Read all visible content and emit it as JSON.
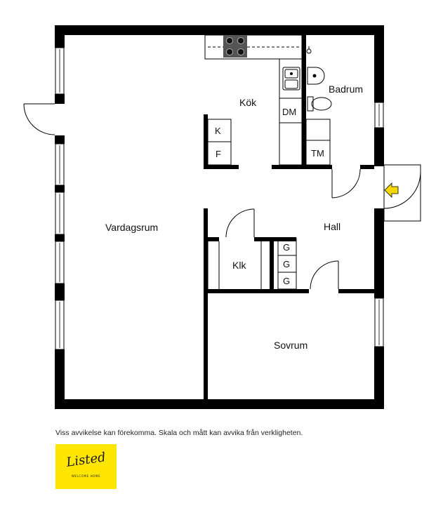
{
  "rooms": {
    "kok": "Kök",
    "badrum": "Badrum",
    "vardagsrum": "Vardagsrum",
    "hall": "Hall",
    "klk": "Klk",
    "sovrum": "Sovrum"
  },
  "fixtures": {
    "dm": "DM",
    "k": "K",
    "f": "F",
    "tm": "TM",
    "g1": "G",
    "g2": "G",
    "g3": "G"
  },
  "disclaimer": "Viss avvikelse kan förekomma. Skala och mått kan avvika från verkligheten.",
  "logo": {
    "name": "Listed",
    "tagline": "WELCOME HOME",
    "color": "#FFE600"
  },
  "colors": {
    "wall": "#000000",
    "entrance_arrow": "#F5D800"
  }
}
